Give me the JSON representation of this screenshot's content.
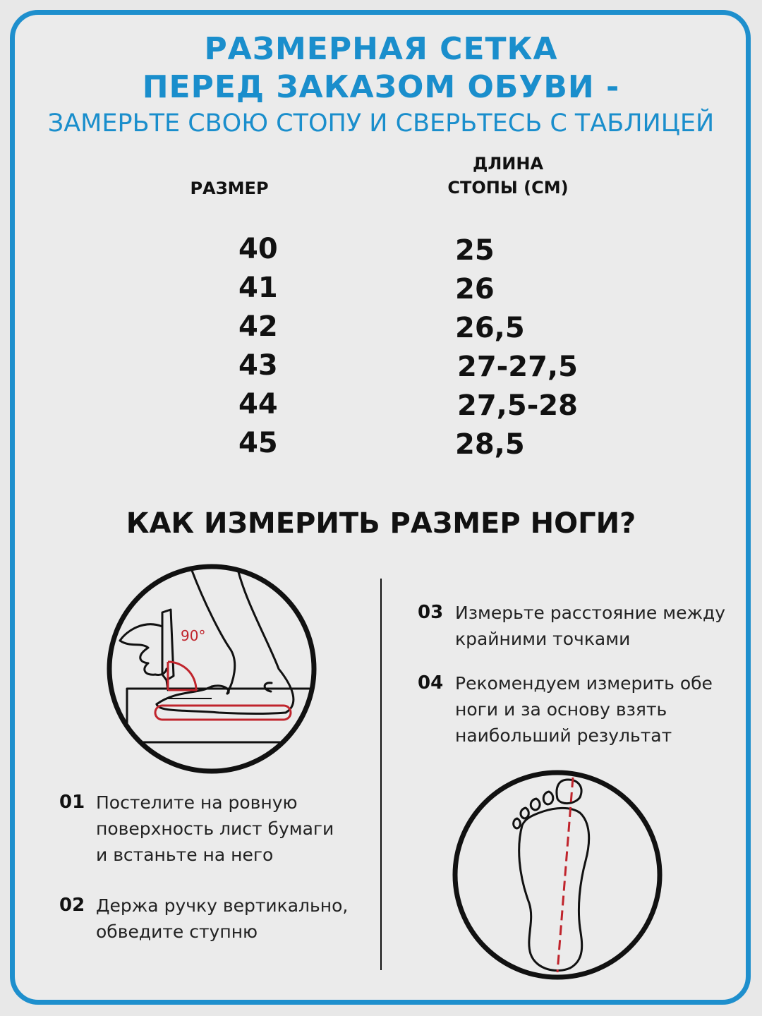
{
  "header": {
    "title_line1": "РАЗМЕРНАЯ СЕТКА",
    "title_line2": "ПЕРЕД ЗАКАЗОМ ОБУВИ -",
    "subtitle": "ЗАМЕРЬТЕ СВОЮ СТОПУ И СВЕРЬТЕСЬ С ТАБЛИЦЕЙ"
  },
  "table": {
    "col_size": "РАЗМЕР",
    "col_length_line1": "ДЛИНА",
    "col_length_line2": "СТОПЫ (СМ)",
    "rows": [
      {
        "size": "40",
        "length": "25"
      },
      {
        "size": "41",
        "length": "26"
      },
      {
        "size": "42",
        "length": "26,5"
      },
      {
        "size": "43",
        "length": "27-27,5"
      },
      {
        "size": "44",
        "length": "27,5-28"
      },
      {
        "size": "45",
        "length": "28,5"
      }
    ]
  },
  "howto": {
    "heading": "КАК ИЗМЕРИТЬ РАЗМЕР НОГИ?",
    "angle_label": "90°",
    "steps": [
      {
        "num": "01",
        "lines": [
          "Постелите на ровную",
          "поверхность лист бумаги",
          "и встаньте на него"
        ]
      },
      {
        "num": "02",
        "lines": [
          "Держа ручку вертикально,",
          "обведите ступню"
        ]
      },
      {
        "num": "03",
        "lines": [
          "Измерьте расстояние между",
          "крайними точками"
        ]
      },
      {
        "num": "04",
        "lines": [
          "Рекомендуем измерить обе",
          "ноги и за основу взять",
          "наибольший результат"
        ]
      }
    ]
  },
  "colors": {
    "accent": "#1e8fcd",
    "measure_red": "#c0242c"
  }
}
